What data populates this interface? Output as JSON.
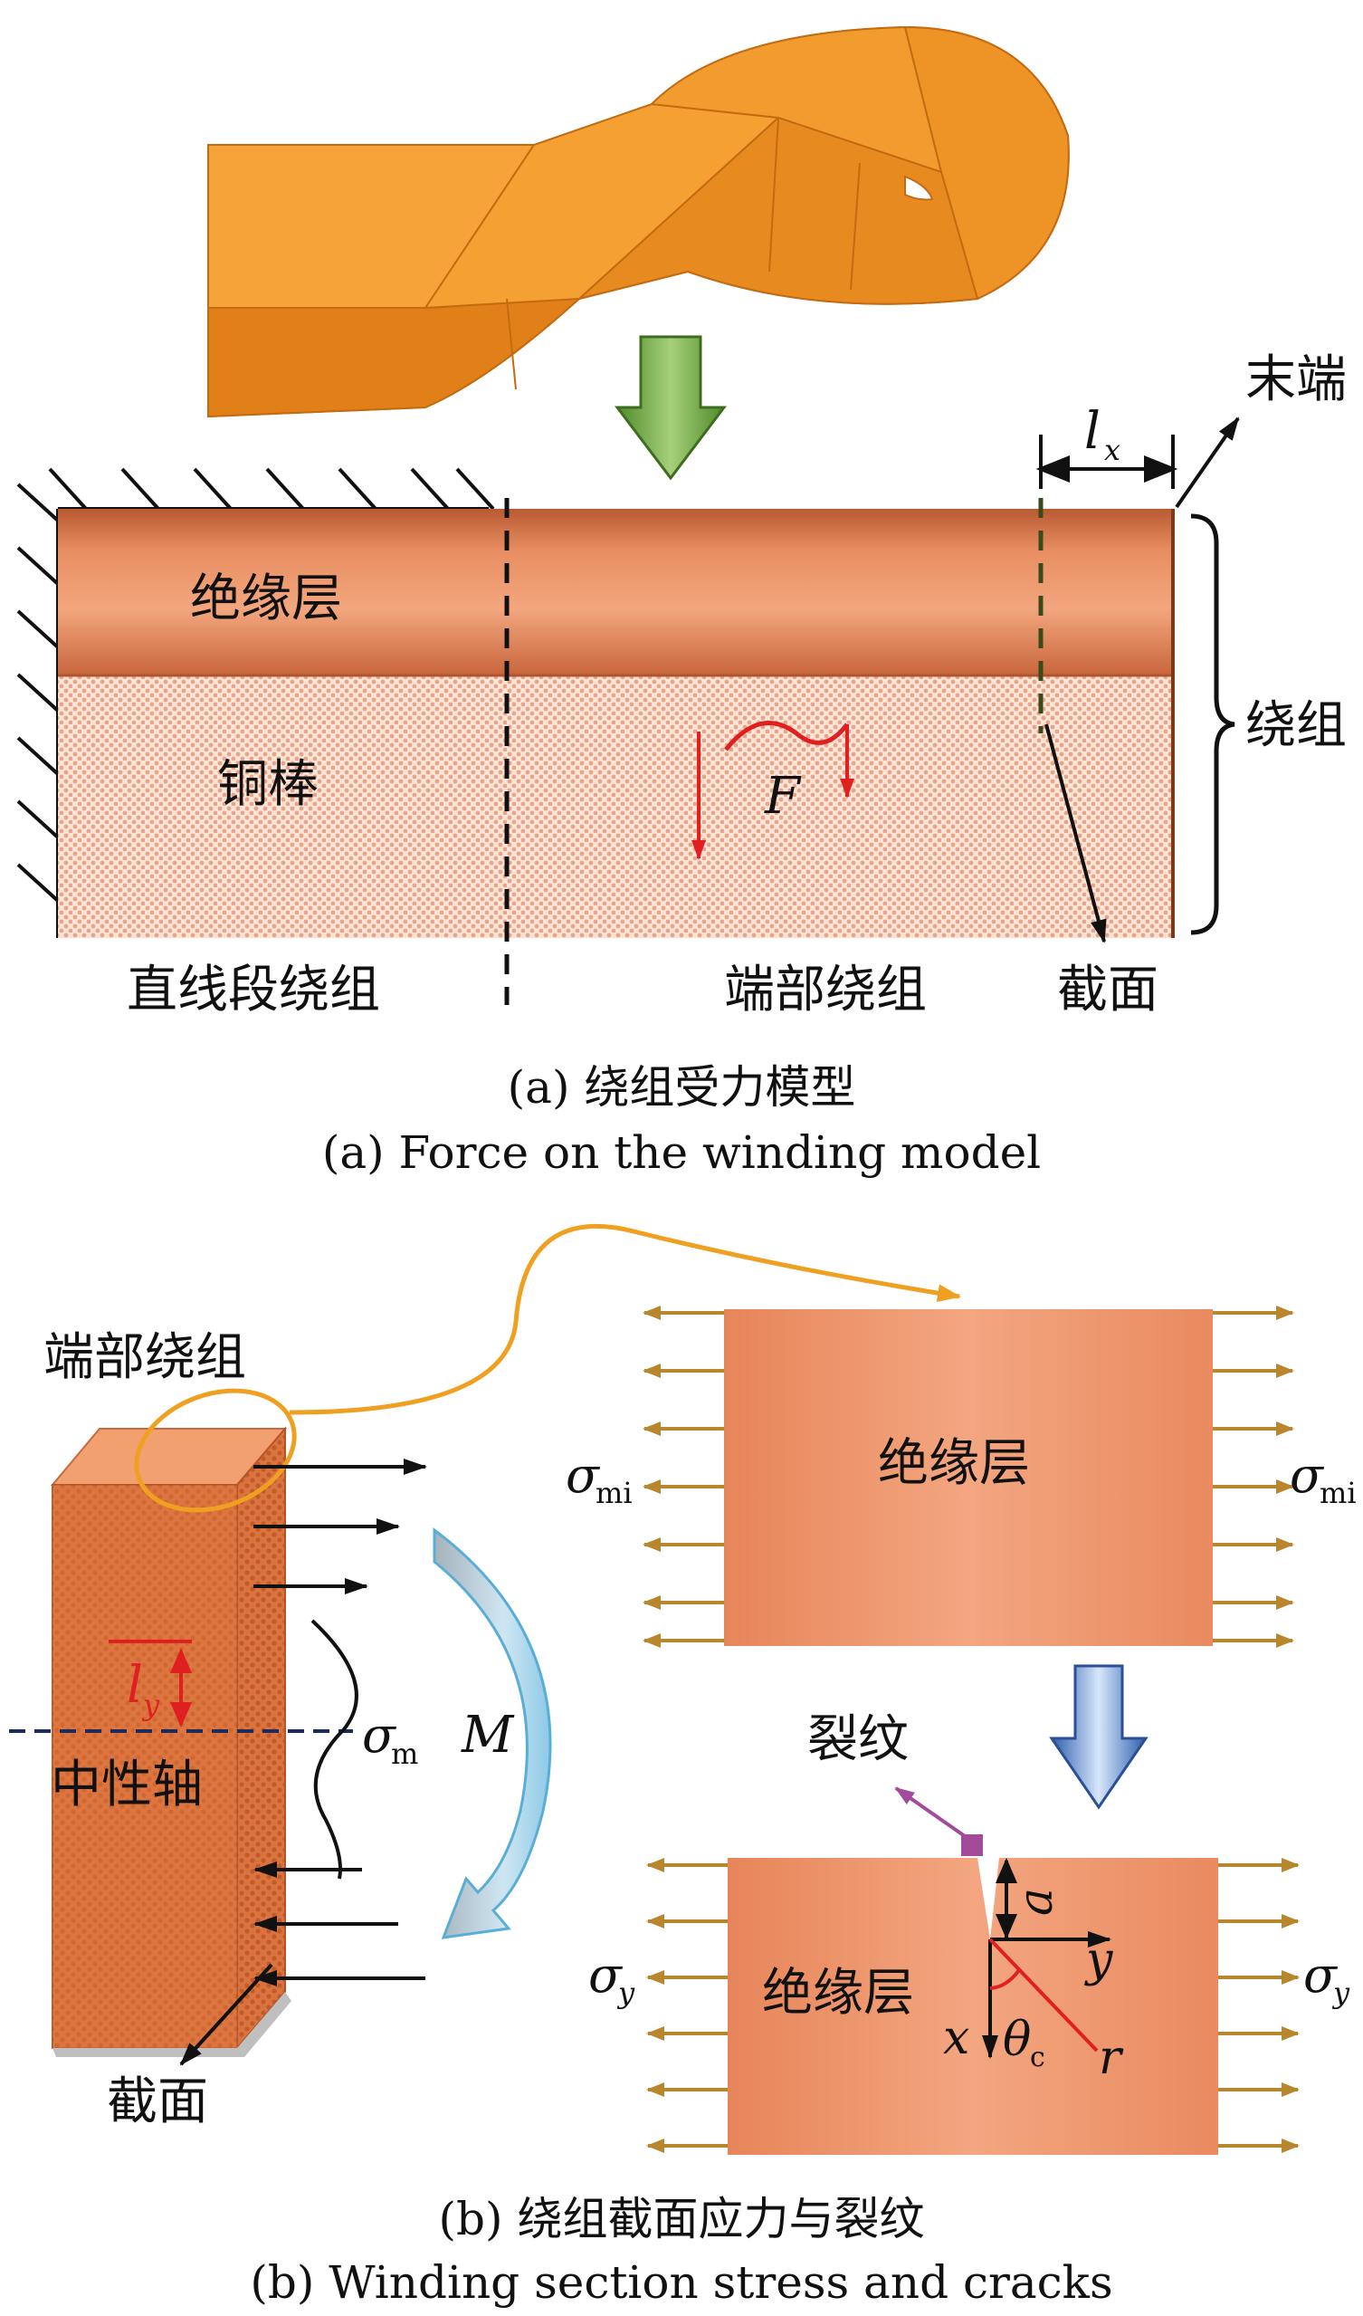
{
  "panel_a": {
    "label_end": "末端",
    "label_lx_main": "l",
    "label_lx_sub": "x",
    "label_insulation": "绝缘层",
    "label_copper": "铜棒",
    "label_winding": "绕组",
    "label_force": "F",
    "label_straight": "直线段绕组",
    "label_end_winding": "端部绕组",
    "label_section": "截面",
    "caption_cn": "(a)  绕组受力模型",
    "caption_en": "(a)  Force on the winding model"
  },
  "panel_b": {
    "label_end_winding": "端部绕组",
    "label_ly_main": "l",
    "label_ly_sub": "y",
    "label_neutral_axis": "中性轴",
    "label_sigma_m_main": "σ",
    "label_sigma_m_sub": "m",
    "label_moment": "M",
    "label_section": "截面",
    "label_insulation_top": "绝缘层",
    "label_sigma_mi_main": "σ",
    "label_sigma_mi_sub": "mi",
    "label_crack": "裂纹",
    "label_a": "a",
    "label_y_axis": "y",
    "label_x_axis": "x",
    "label_theta_main": "θ",
    "label_theta_sub": "c",
    "label_r": "r",
    "label_insulation_bottom": "绝缘层",
    "label_sigma_y_main": "σ",
    "label_sigma_y_sub": "y",
    "caption_cn": "(b)  绕组截面应力与裂纹",
    "caption_en": "(b)  Winding section stress and cracks"
  },
  "colors": {
    "orange_top": "#f39a2e",
    "insulation": "#e8875a",
    "copper_dots": "#e9a487",
    "force_red": "#e02020",
    "stress_arrow": "#b8862c",
    "green_arrow": "#6aa73c",
    "blue_arrow": "#4a78c0",
    "crack_marker": "#a24b9a"
  }
}
